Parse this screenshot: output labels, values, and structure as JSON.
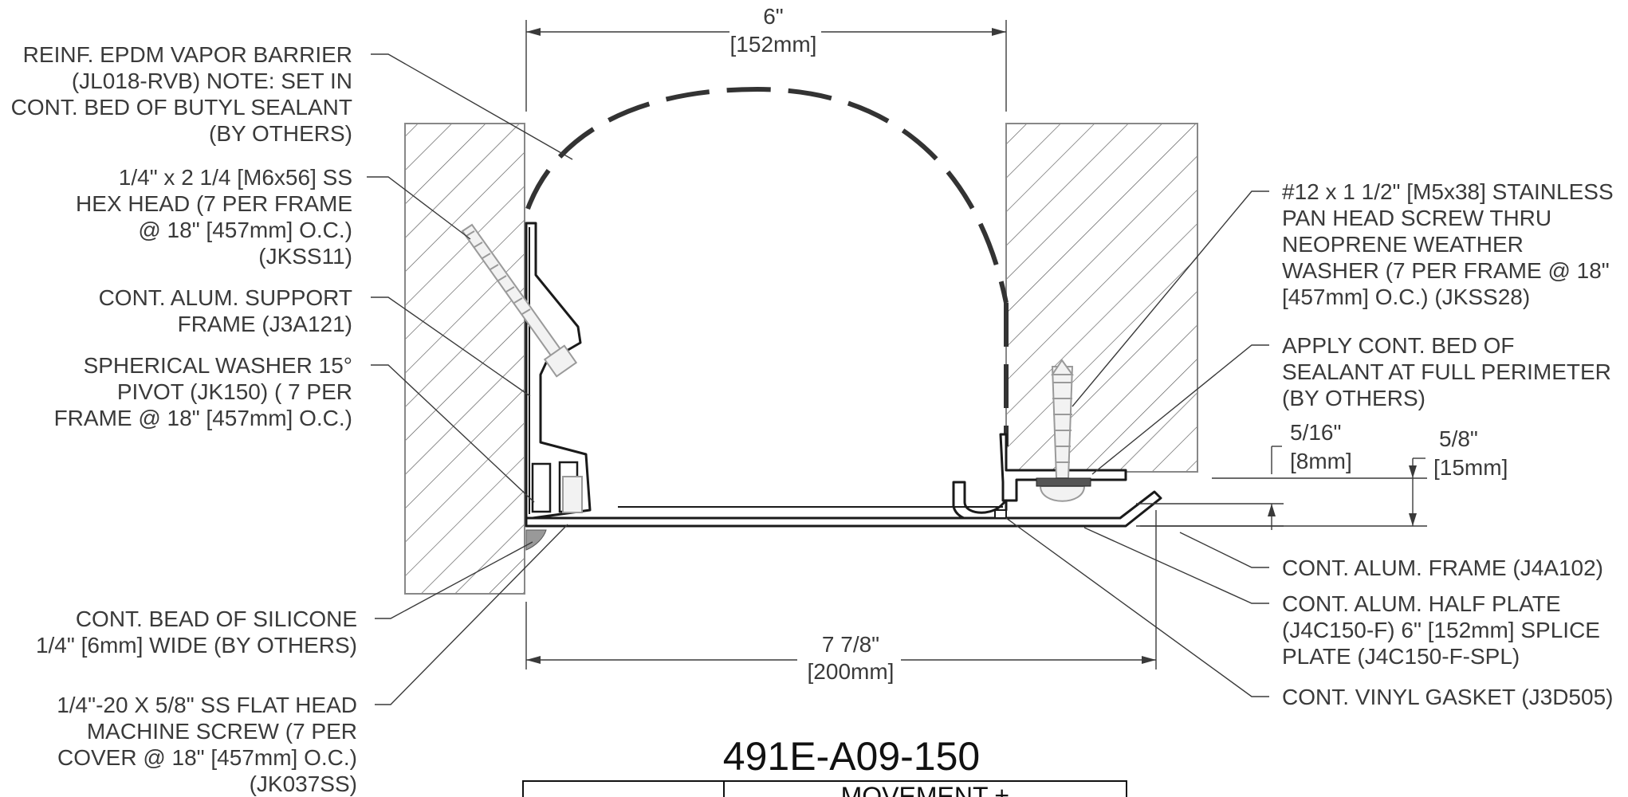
{
  "drawing": {
    "model_number": "491E-A09-150",
    "table_header": "MOVEMENT ±"
  },
  "dimensions": {
    "top_width": [
      "6\"",
      "[152mm]"
    ],
    "bottom_width": [
      "7 7/8\"",
      "[200mm]"
    ],
    "dim_5_16": [
      "5/16\"",
      "[8mm]"
    ],
    "dim_5_8": [
      "5/8\"",
      "[15mm]"
    ]
  },
  "callouts_left": [
    {
      "lines": [
        "REINF. EPDM VAPOR BARRIER",
        "(JL018-RVB) NOTE: SET IN",
        "CONT. BED OF BUTYL SEALANT",
        "(BY OTHERS)"
      ]
    },
    {
      "lines": [
        "1/4\" x 2 1/4 [M6x56] SS",
        "HEX HEAD (7 PER FRAME",
        "@ 18\" [457mm] O.C.)",
        "(JKSS11)"
      ]
    },
    {
      "lines": [
        "CONT. ALUM. SUPPORT",
        "FRAME (J3A121)"
      ]
    },
    {
      "lines": [
        "SPHERICAL WASHER 15°",
        "PIVOT (JK150) ( 7 PER",
        "FRAME @ 18\" [457mm] O.C.)"
      ]
    },
    {
      "lines": [
        "CONT. BEAD OF SILICONE",
        "1/4\" [6mm] WIDE (BY OTHERS)"
      ]
    },
    {
      "lines": [
        "1/4\"-20 X 5/8\" SS FLAT HEAD",
        "MACHINE SCREW (7 PER",
        "COVER @ 18\" [457mm] O.C.)",
        "(JK037SS)"
      ]
    }
  ],
  "callouts_right": [
    {
      "lines": [
        "#12 x 1 1/2\" [M5x38] STAINLESS",
        "PAN HEAD SCREW THRU",
        "NEOPRENE WEATHER",
        "WASHER (7 PER FRAME @ 18\"",
        "[457mm] O.C.) (JKSS28)"
      ]
    },
    {
      "lines": [
        "APPLY CONT. BED OF",
        "SEALANT AT FULL PERIMETER",
        "(BY OTHERS)"
      ]
    },
    {
      "lines": [
        "CONT. ALUM. FRAME (J4A102)"
      ]
    },
    {
      "lines": [
        "CONT. ALUM. HALF PLATE",
        "(J4C150-F) 6\" [152mm] SPLICE",
        "PLATE (J4C150-F-SPL)"
      ]
    },
    {
      "lines": [
        "CONT. VINYL GASKET (J3D505)"
      ]
    }
  ]
}
